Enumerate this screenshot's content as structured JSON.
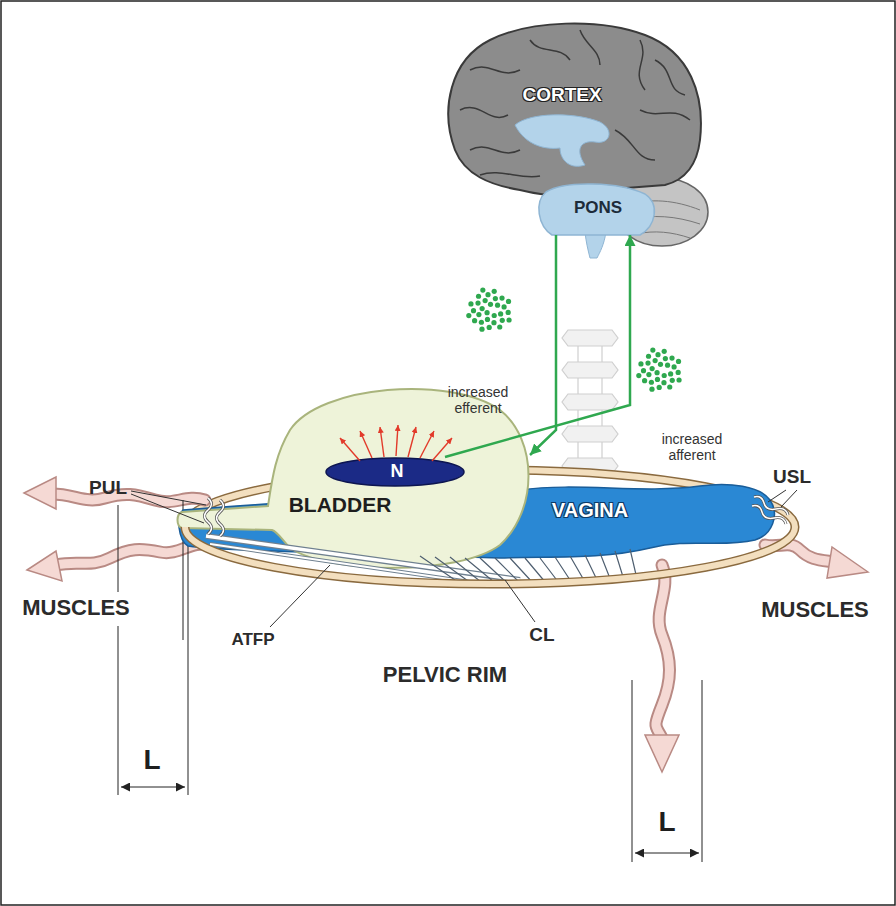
{
  "diagram": {
    "nodes": [
      {
        "text": [
          "CORTEX"
        ]
      },
      {
        "text": [
          "PONS"
        ],
        "in": 0
      },
      {
        "text": [
          "BLADDER"
        ]
      },
      {
        "text": [
          "N"
        ],
        "in": 2
      },
      {
        "text": [
          "VAGINA"
        ]
      }
    ],
    "edges": [
      {
        "from": 1,
        "to": 2,
        "label": "increased efferent",
        "arrow": "to"
      },
      {
        "from": 3,
        "to": 1,
        "label": "increased afferent",
        "arrow": "to"
      }
    ],
    "labels": [
      "PUL",
      "USL",
      "MUSCLES",
      "MUSCLES",
      "ATFP",
      "CL",
      "PELVIC RIM",
      "L",
      "L"
    ]
  }
}
